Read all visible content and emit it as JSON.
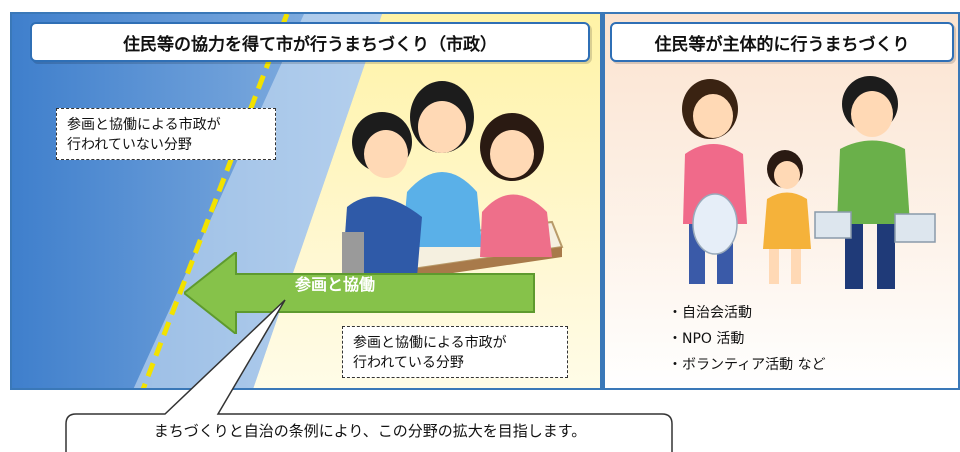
{
  "left_panel": {
    "title": "住民等の協力を得て市が行うまちづくり（市政）",
    "box_not_done": [
      "参画と協働による市政が",
      "行われていない分野"
    ],
    "box_done": [
      "参画と協働による市政が",
      "行われている分野"
    ],
    "arrow_label": "参画と協働"
  },
  "right_panel": {
    "title": "住民等が主体的に行うまちづくり",
    "activities": [
      "・自治会活動",
      "・NPO 活動",
      "・ボランティア活動 など"
    ]
  },
  "callout": {
    "text": "まちづくりと自治の条例により、この分野の拡大を目指します。"
  },
  "colors": {
    "blue_zone": "#4a88cf",
    "yellow_zone": "#fff6b8",
    "arrow_green": "#86c24a",
    "border_blue": "#3a78b8",
    "dashed_line": "#f0e000"
  }
}
